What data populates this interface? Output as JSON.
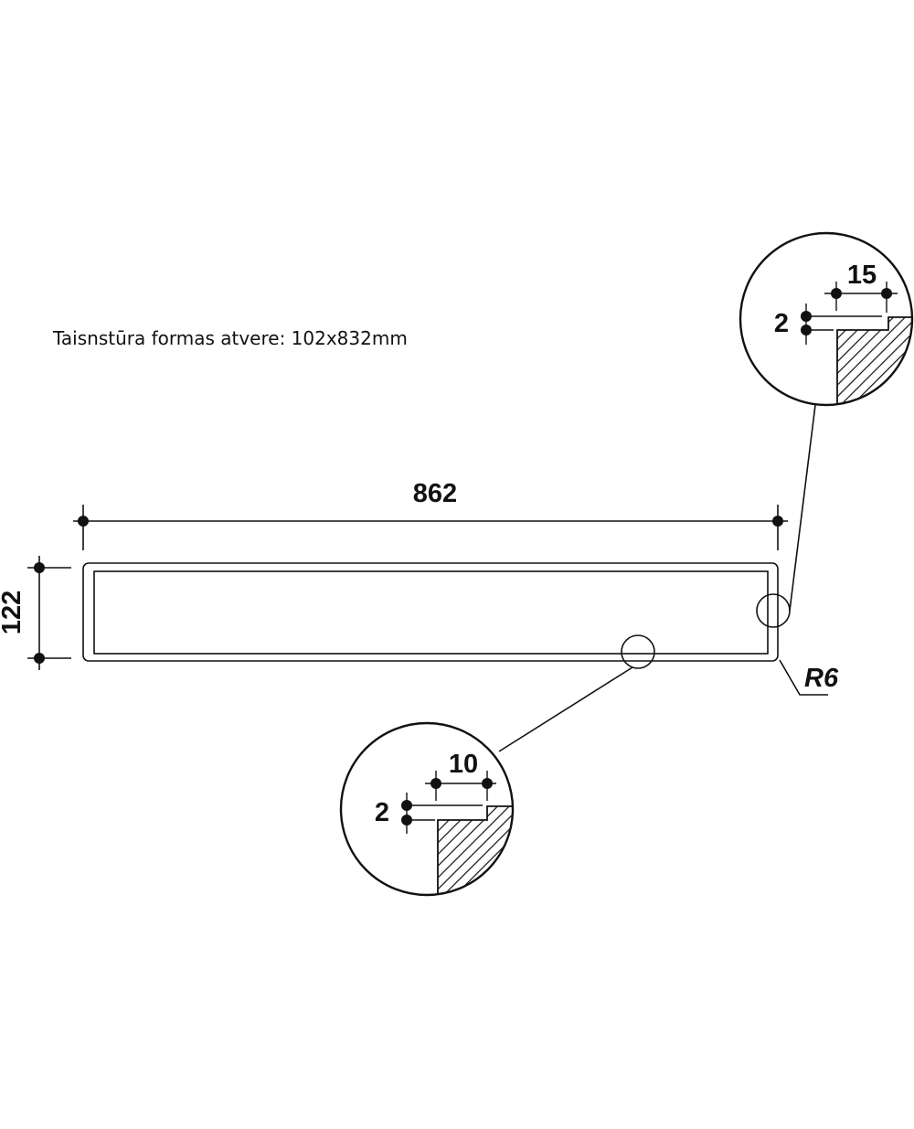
{
  "caption": "Taisnstūra formas atvere: 102x832mm",
  "dimensions": {
    "width": "862",
    "height": "122",
    "radius": "R6",
    "detail_top": {
      "offset": "15",
      "depth": "2"
    },
    "detail_bottom": {
      "offset": "10",
      "depth": "2"
    }
  },
  "colors": {
    "line": "#111111",
    "background": "#ffffff"
  }
}
